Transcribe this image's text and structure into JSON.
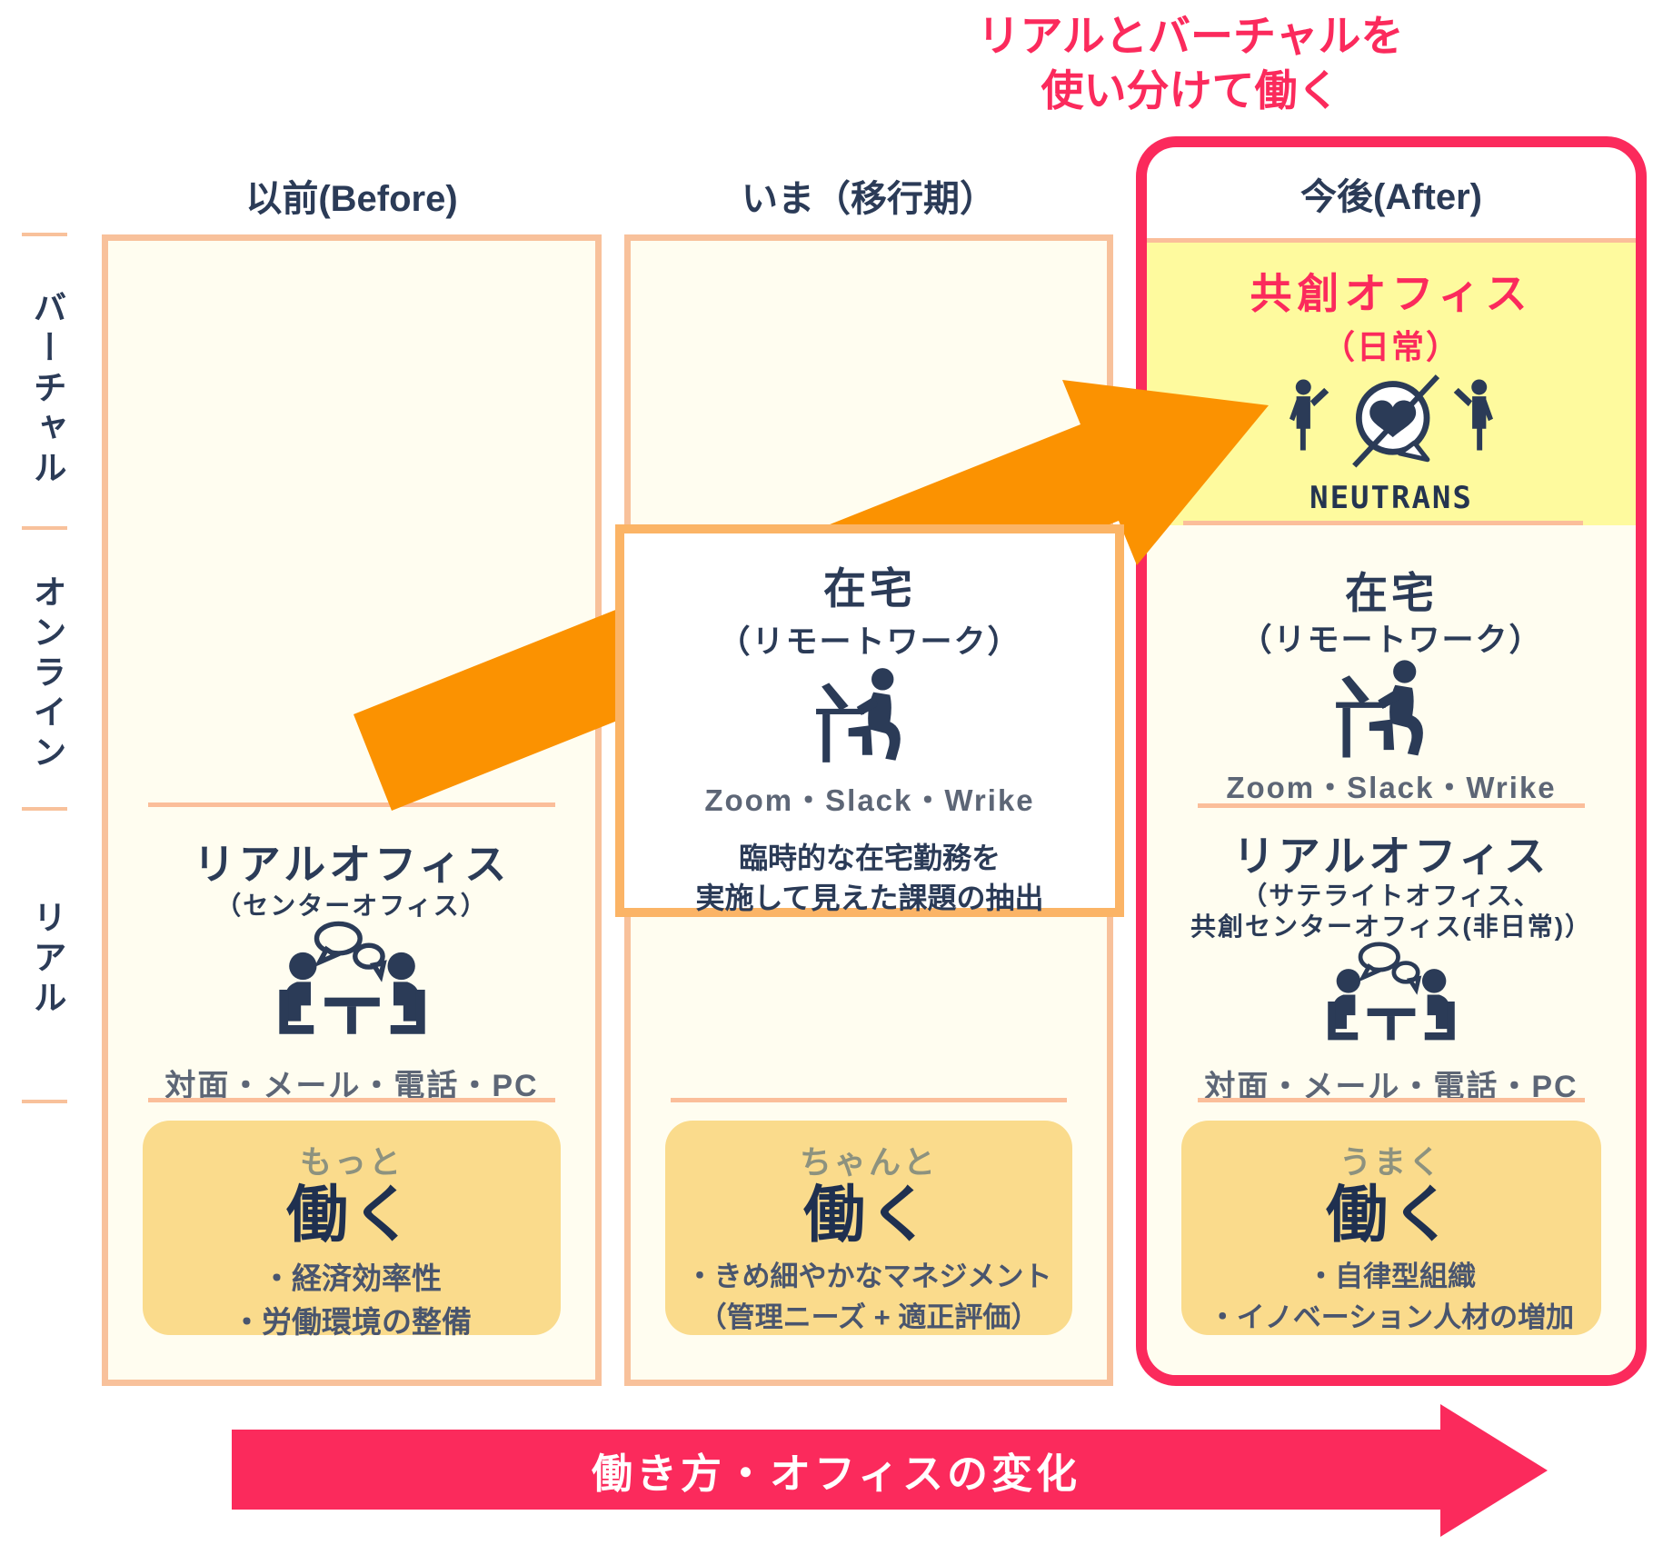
{
  "title": {
    "line1": "リアルとバーチャルを",
    "line2": "使い分けて働く"
  },
  "row_labels": {
    "virtual": "バーチャル",
    "online": "オンライン",
    "real": "リアル"
  },
  "bottom_arrow_label": "働き方・オフィスの変化",
  "columns": {
    "before": {
      "header": "以前(Before)",
      "office": {
        "title": "リアルオフィス",
        "subtitle": "（センターオフィス）",
        "tools": "対面・メール・電話・PC"
      },
      "summary": {
        "qualifier": "もっと",
        "verb": "働く",
        "point1": "・経済効率性",
        "point2": "・労働環境の整備"
      }
    },
    "now": {
      "header": "いま（移行期）",
      "home": {
        "title": "在宅",
        "subtitle": "（リモートワーク）",
        "tools": "Zoom・Slack・Wrike",
        "note1": "臨時的な在宅勤務を",
        "note2": "実施して見えた課題の抽出"
      },
      "summary": {
        "qualifier": "ちゃんと",
        "verb": "働く",
        "point1": "・きめ細やかなマネジメント",
        "point2": "（管理ニーズ + 適正評価）"
      }
    },
    "after": {
      "header": "今後(After)",
      "cocreation": {
        "title": "共創オフィス",
        "subtitle": "（日常）",
        "brand": "NEUTRANS"
      },
      "home": {
        "title": "在宅",
        "subtitle": "（リモートワーク）",
        "tools": "Zoom・Slack・Wrike"
      },
      "office": {
        "title": "リアルオフィス",
        "subtitle1": "（サテライトオフィス、",
        "subtitle2": "共創センターオフィス(非日常)）",
        "tools": "対面・メール・電話・PC"
      },
      "summary": {
        "qualifier": "うまく",
        "verb": "働く",
        "point1": "・自律型組織",
        "point2": "・イノベーション人材の増加"
      }
    }
  },
  "colors": {
    "pink": "#FB2A5C",
    "orange": "#FB9201",
    "navy": "#2B3B57",
    "yellow": "#FEFA9E",
    "cream": "#FFFDF0",
    "peach": "#F8C19B",
    "amber": "#FADB8C"
  }
}
